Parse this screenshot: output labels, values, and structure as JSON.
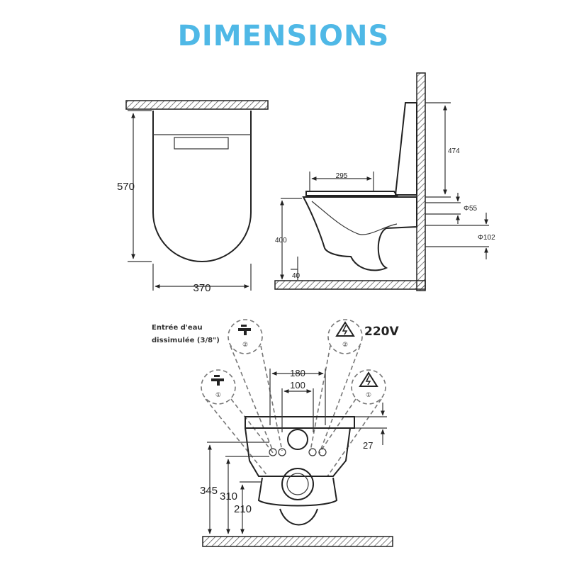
{
  "title": "DIMENSIONS",
  "colors": {
    "title": "#4fb8e6",
    "line": "#222222",
    "dashed": "#777777",
    "hatch": "#555555"
  },
  "top_view": {
    "depth": "570",
    "width": "370"
  },
  "side_view": {
    "tank_height": "474",
    "seat_span": "295",
    "pipe_small": "Φ55",
    "pipe_large": "Φ102",
    "mount_height": "400",
    "offset": "40"
  },
  "front_view": {
    "water_inlet_label_line1": "Entrée d'eau",
    "water_inlet_label_line2": "dissimulée (3/8\")",
    "voltage": "220V",
    "callouts": [
      {
        "icon": "faucet-icon",
        "number": "②"
      },
      {
        "icon": "warning-icon",
        "number": "②"
      },
      {
        "icon": "faucet-icon",
        "number": "①"
      },
      {
        "icon": "warning-icon",
        "number": "①"
      }
    ],
    "width_outer": "180",
    "width_inner": "100",
    "top_offset": "27",
    "height_a": "345",
    "height_b": "310",
    "height_c": "210"
  }
}
